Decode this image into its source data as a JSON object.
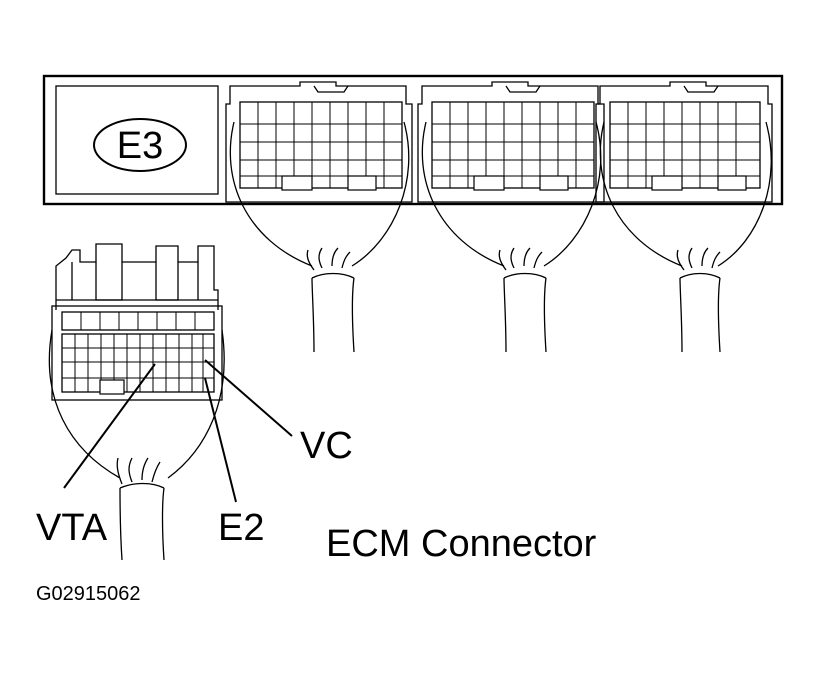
{
  "connector_id": "E3",
  "pin_labels": {
    "vc": "VC",
    "vta": "VTA",
    "e2": "E2"
  },
  "caption": "ECM Connector",
  "figure_code": "G02915062"
}
